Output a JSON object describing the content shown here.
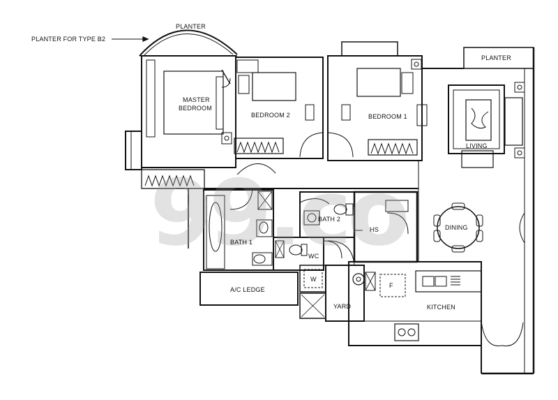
{
  "labels": {
    "planter_note": "PLANTER FOR TYPE B2",
    "planter_top": "PLANTER",
    "planter_right": "PLANTER",
    "master_line1": "MASTER",
    "master_line2": "BEDROOM",
    "bedroom2": "BEDROOM 2",
    "bedroom1": "BEDROOM 1",
    "living": "LIVING",
    "bath1": "BATH 1",
    "bath2": "BATH 2",
    "hs": "HS",
    "wc": "WC",
    "dining": "DINING",
    "w": "W",
    "f": "F",
    "ac_ledge": "A/C LEDGE",
    "yard": "YARD",
    "kitchen": "KITCHEN"
  },
  "watermark": "99.co"
}
